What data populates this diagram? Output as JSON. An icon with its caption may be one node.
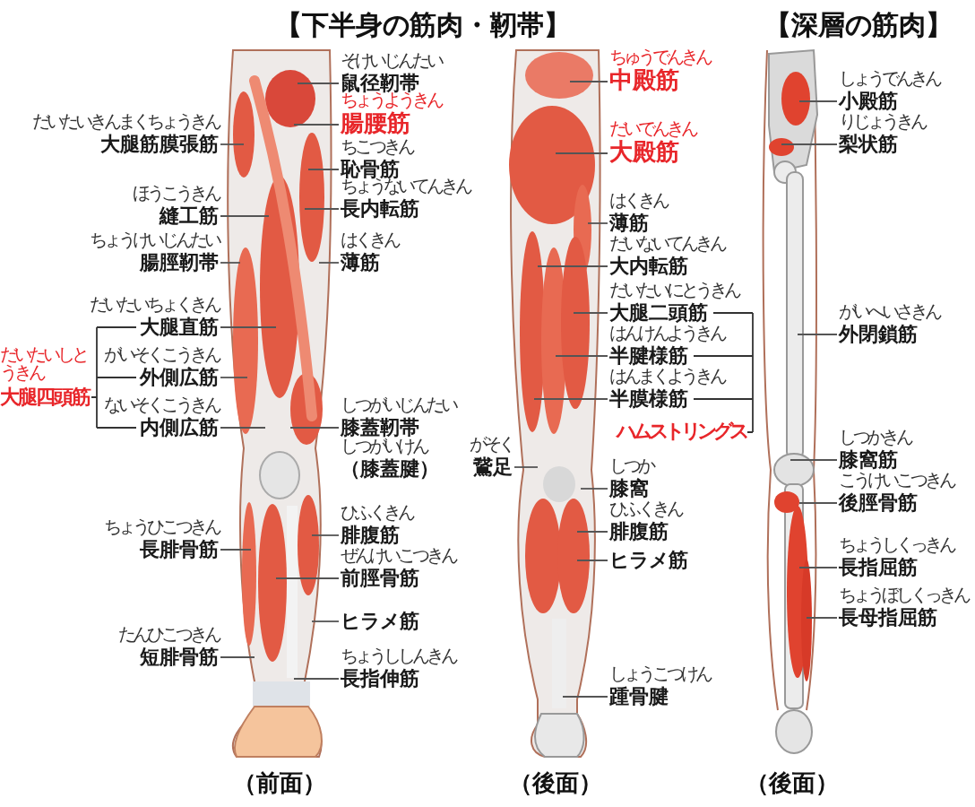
{
  "diagram": {
    "nodes": [
      {
        "text": [
          "だいたいきんまくちょうきん",
          "大腿筋膜張筋"
        ]
      },
      {
        "text": [
          "ほうこうきん",
          "縫工筋"
        ]
      },
      {
        "text": [
          "ちょうけいじんたい",
          "腸脛靭帯"
        ]
      },
      {
        "text": [
          "だいたいしとうきん",
          "大腿四頭筋"
        ]
      },
      {
        "text": [
          "だいたいちょくきん",
          "大腿直筋"
        ]
      },
      {
        "text": [
          "がいそくこうきん",
          "外側広筋"
        ]
      },
      {
        "text": [
          "ないそくこうきん",
          "内側広筋"
        ]
      },
      {
        "text": [
          "ちょうひこつきん",
          "長腓骨筋"
        ]
      },
      {
        "text": [
          "たんひこつきん",
          "短腓骨筋"
        ]
      },
      {
        "text": [
          "そけいじんたい",
          "鼠径靭帯"
        ]
      },
      {
        "text": [
          "ちょうようきん",
          "腸腰筋"
        ]
      },
      {
        "text": [
          "ちこつきん",
          "恥骨筋"
        ]
      },
      {
        "text": [
          "ちょうないてんきん",
          "長内転筋"
        ]
      },
      {
        "text": [
          "はくきん",
          "薄筋"
        ]
      },
      {
        "text": [
          "しつがいじんたい",
          "膝蓋靭帯",
          "しつがいけん",
          "（膝蓋腱）"
        ]
      },
      {
        "text": [
          "ひふくきん",
          "腓腹筋"
        ]
      },
      {
        "text": [
          "ぜんけいこつきん",
          "前脛骨筋"
        ]
      },
      {
        "text": [
          "ヒラメ筋"
        ]
      },
      {
        "text": [
          "ちょうししんきん",
          "長指伸筋"
        ]
      },
      {
        "text": [
          "がそく",
          "鵞足"
        ]
      },
      {
        "text": [
          "ちゅうでんきん",
          "中殿筋"
        ]
      },
      {
        "text": [
          "だいでんきん",
          "大殿筋"
        ]
      },
      {
        "text": [
          "はくきん",
          "薄筋"
        ]
      },
      {
        "text": [
          "だいないてんきん",
          "大内転筋"
        ]
      },
      {
        "text": [
          "だいたいにとうきん",
          "大腿二頭筋"
        ]
      },
      {
        "text": [
          "はんけんようきん",
          "半腱様筋"
        ]
      },
      {
        "text": [
          "はんまくようきん",
          "半膜様筋"
        ]
      },
      {
        "text": [
          "ハムストリングス"
        ]
      },
      {
        "text": [
          "しつか",
          "膝窩"
        ]
      },
      {
        "text": [
          "ひふくきん",
          "腓腹筋"
        ]
      },
      {
        "text": [
          "ヒラメ筋"
        ]
      },
      {
        "text": [
          "しょうこつけん",
          "踵骨腱"
        ]
      },
      {
        "text": [
          "しょうでんきん",
          "小殿筋"
        ]
      },
      {
        "text": [
          "りじょうきん",
          "梨状筋"
        ]
      },
      {
        "text": [
          "がいへいさきん",
          "外閉鎖筋"
        ]
      },
      {
        "text": [
          "しつかきん",
          "膝窩筋"
        ]
      },
      {
        "text": [
          "こうけいこつきん",
          "後脛骨筋"
        ]
      },
      {
        "text": [
          "ちょうしくっきん",
          "長指屈筋"
        ]
      },
      {
        "text": [
          "ちょうぼしくっきん",
          "長母指屈筋"
        ]
      }
    ],
    "edges": [
      {
        "from": 0,
        "to": null,
        "arrow": "none"
      },
      {
        "from": 1,
        "to": null,
        "arrow": "none"
      },
      {
        "from": 2,
        "to": null,
        "arrow": "none"
      },
      {
        "from": 4,
        "to": null,
        "arrow": "none"
      },
      {
        "from": 5,
        "to": null,
        "arrow": "none"
      },
      {
        "from": 6,
        "to": null,
        "arrow": "none"
      },
      {
        "from": 7,
        "to": null,
        "arrow": "none"
      },
      {
        "from": 8,
        "to": null,
        "arrow": "none"
      },
      {
        "from": 9,
        "to": null,
        "arrow": "none"
      },
      {
        "from": 10,
        "to": null,
        "arrow": "none"
      },
      {
        "from": 11,
        "to": null,
        "arrow": "none"
      },
      {
        "from": 12,
        "to": null,
        "arrow": "none"
      },
      {
        "from": 13,
        "to": null,
        "arrow": "none"
      },
      {
        "from": 14,
        "to": null,
        "arrow": "none"
      },
      {
        "from": 15,
        "to": null,
        "arrow": "none"
      },
      {
        "from": 16,
        "to": null,
        "arrow": "none"
      },
      {
        "from": 17,
        "to": null,
        "arrow": "none"
      },
      {
        "from": 18,
        "to": null,
        "arrow": "none"
      },
      {
        "from": 19,
        "to": null,
        "arrow": "none"
      },
      {
        "from": 20,
        "to": null,
        "arrow": "none"
      },
      {
        "from": 21,
        "to": null,
        "arrow": "none"
      },
      {
        "from": 22,
        "to": null,
        "arrow": "none"
      },
      {
        "from": 23,
        "to": null,
        "arrow": "none"
      },
      {
        "from": 24,
        "to": null,
        "arrow": "none"
      },
      {
        "from": 25,
        "to": null,
        "arrow": "none"
      },
      {
        "from": 26,
        "to": null,
        "arrow": "none"
      },
      {
        "from": 28,
        "to": null,
        "arrow": "none"
      },
      {
        "from": 29,
        "to": null,
        "arrow": "none"
      },
      {
        "from": 30,
        "to": null,
        "arrow": "none"
      },
      {
        "from": 31,
        "to": null,
        "arrow": "none"
      },
      {
        "from": 32,
        "to": null,
        "arrow": "none"
      },
      {
        "from": 33,
        "to": null,
        "arrow": "none"
      },
      {
        "from": 34,
        "to": null,
        "arrow": "none"
      },
      {
        "from": 35,
        "to": null,
        "arrow": "none"
      },
      {
        "from": 36,
        "to": null,
        "arrow": "none"
      },
      {
        "from": 37,
        "to": null,
        "arrow": "none"
      },
      {
        "from": 38,
        "to": null,
        "arrow": "none"
      }
    ],
    "labels": [
      "【下半身の筋肉・靭帯】",
      "【深層の筋肉】",
      "（前面）",
      "（後面）",
      "（後面）"
    ]
  }
}
